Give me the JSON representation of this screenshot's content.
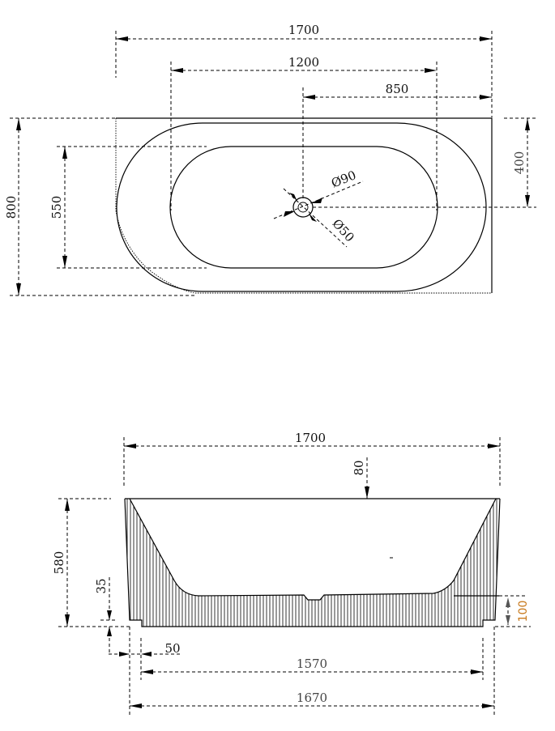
{
  "drawing": {
    "title": "Bathtub technical drawing",
    "views": [
      "top-view",
      "front-elevation"
    ]
  },
  "top_view": {
    "dimensions": {
      "overall_length": "1700",
      "inner_basin_length": "1200",
      "drain_from_right": "850",
      "overall_width": "800",
      "inner_basin_width": "550",
      "drain_from_top": "400",
      "drain_outer_diameter": "Ø90",
      "drain_inner_diameter": "Ø50"
    }
  },
  "front_view": {
    "dimensions": {
      "overall_length": "1700",
      "rim_offset": "80",
      "overall_height": "580",
      "plinth_step": "35",
      "plinth_inset": "50",
      "base_length_inner": "1570",
      "base_length_outer": "1670",
      "base_height_right": "100"
    }
  },
  "colors": {
    "line": "#000000",
    "accent_label": "#c87a1e",
    "gray_label": "#444444"
  }
}
